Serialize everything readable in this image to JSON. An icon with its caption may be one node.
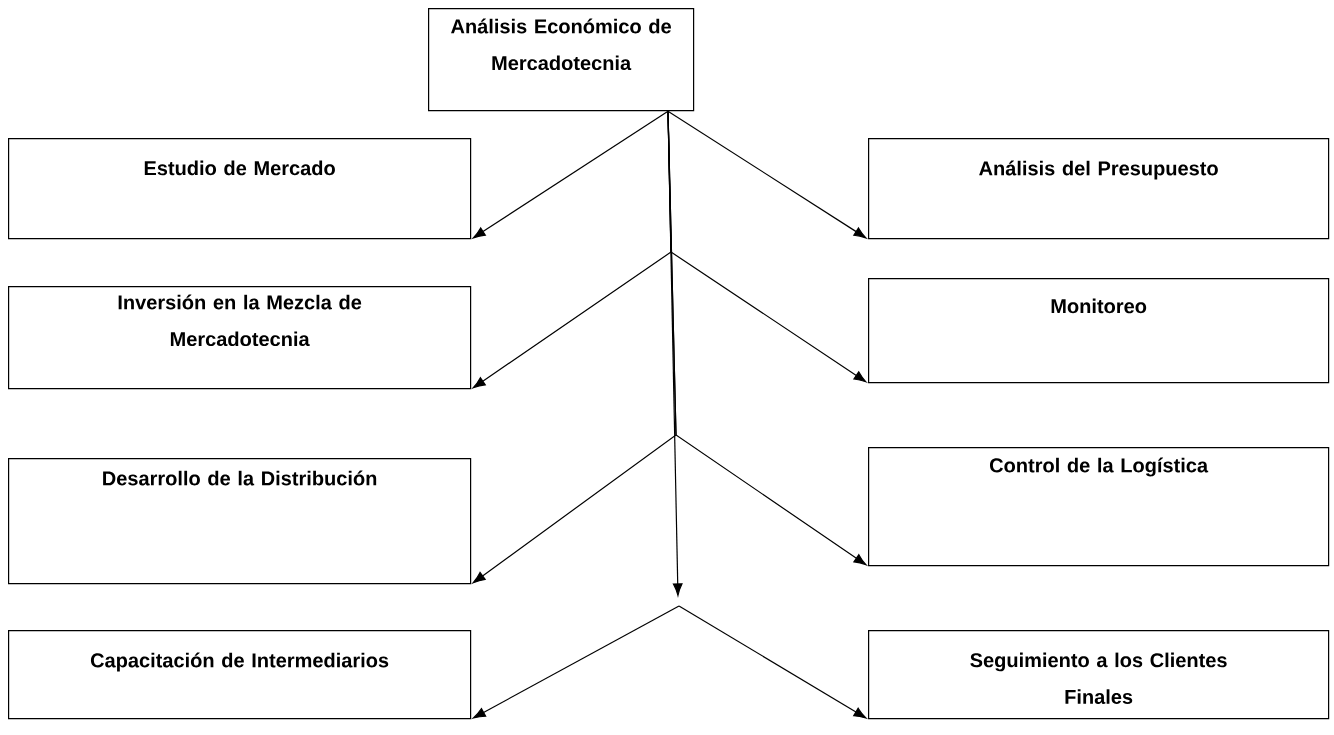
{
  "diagram": {
    "nodes": [
      {
        "text": [
          "Análisis Económico de Mercadotecnia"
        ]
      },
      {
        "text": [
          "Estudio de Mercado"
        ]
      },
      {
        "text": [
          "Análisis del Presupuesto"
        ]
      },
      {
        "text": [
          "Inversión en la Mezcla de Mercadotecnia"
        ]
      },
      {
        "text": [
          "Monitoreo"
        ]
      },
      {
        "text": [
          "Desarrollo de la Distribución"
        ]
      },
      {
        "text": [
          "Control de la Logística"
        ]
      },
      {
        "text": [
          "Capacitación de Intermediarios"
        ]
      },
      {
        "text": [
          "Seguimiento a los Clientes Finales"
        ]
      }
    ],
    "edges": [
      {
        "from": 0,
        "to": 1,
        "arrow": "to"
      },
      {
        "from": 0,
        "to": 2,
        "arrow": "to"
      },
      {
        "from": 0,
        "to": 3,
        "arrow": "to"
      },
      {
        "from": 0,
        "to": 4,
        "arrow": "to"
      },
      {
        "from": 0,
        "to": 5,
        "arrow": "to"
      },
      {
        "from": 0,
        "to": 6,
        "arrow": "to"
      },
      {
        "from": 0,
        "to": null,
        "arrow": "to"
      },
      {
        "from": null,
        "to": 7,
        "arrow": "to"
      },
      {
        "from": null,
        "to": 8,
        "arrow": "to"
      }
    ]
  }
}
